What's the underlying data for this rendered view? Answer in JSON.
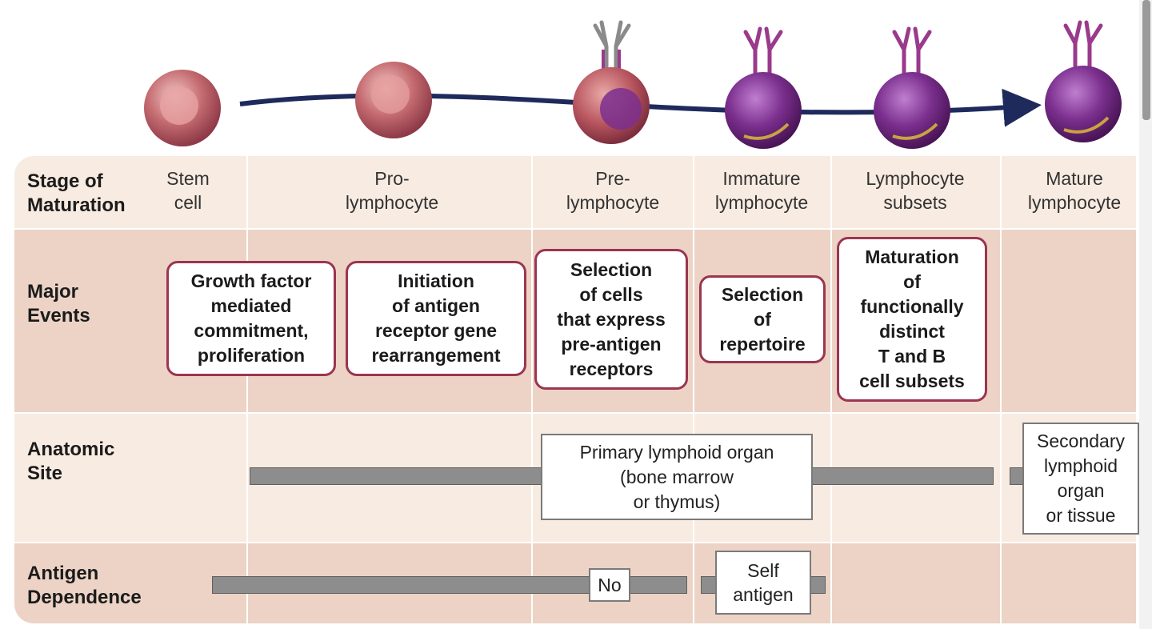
{
  "colors": {
    "row_light": "#f8ebe1",
    "row_dark": "#ecd3c6",
    "event_border": "#9b3550",
    "bar_gray": "#8d8d8d",
    "arrow_navy": "#1f2a5c",
    "cell_early": "#c46b70",
    "cell_mature": "#7b2f8e"
  },
  "rows": {
    "stage": "Stage of\nMaturation",
    "events": "Major\nEvents",
    "site": "Anatomic\nSite",
    "antigen": "Antigen\nDependence"
  },
  "stages": [
    "Stem\ncell",
    "Pro-\nlymphocyte",
    "Pre-\nlymphocyte",
    "Immature\nlymphocyte",
    "Lymphocyte\nsubsets",
    "Mature\nlymphocyte"
  ],
  "events": [
    "Growth factor\nmediated\ncommitment,\nproliferation",
    "Initiation\nof antigen\nreceptor gene\nrearrangement",
    "Selection\nof cells\nthat express\npre-antigen\nreceptors",
    "Selection\nof\nrepertoire",
    "Maturation\nof\nfunctionally\ndistinct\nT and B\ncell subsets"
  ],
  "site": {
    "primary": "Primary lymphoid organ\n(bone marrow\nor thymus)",
    "secondary": "Secondary\nlymphoid\norgan\nor tissue"
  },
  "antigen": {
    "no": "No",
    "self": "Self\nantigen"
  },
  "cells": [
    {
      "stage": "stem",
      "color": "#c46b70",
      "receptor": "none"
    },
    {
      "stage": "pro",
      "color": "#c46b70",
      "receptor": "none"
    },
    {
      "stage": "pre",
      "color": "#b8555f",
      "receptor": "pre-antigen"
    },
    {
      "stage": "immature",
      "color": "#7b2f8e",
      "receptor": "antigen"
    },
    {
      "stage": "subsets",
      "color": "#7b2f8e",
      "receptor": "antigen"
    },
    {
      "stage": "mature",
      "color": "#7b2f8e",
      "receptor": "antigen"
    }
  ]
}
